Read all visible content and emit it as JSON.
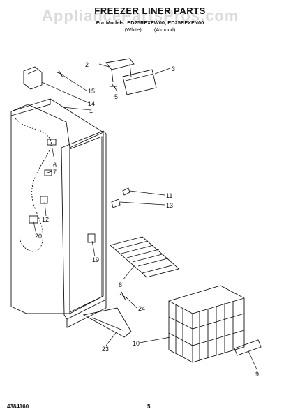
{
  "watermark": "AppliancePartsPros.com",
  "title": "FREEZER LINER PARTS",
  "models": "For Models: ED25RFXFW00, ED25RFXFN00",
  "variants": [
    "(White)",
    "(Almond)"
  ],
  "callouts": [
    "1",
    "2",
    "3",
    "5",
    "6",
    "7",
    "8",
    "9",
    "10",
    "11",
    "12",
    "13",
    "14",
    "15",
    "19",
    "20",
    "23",
    "24"
  ],
  "footer": {
    "doc_number": "4384160",
    "page": "5"
  }
}
